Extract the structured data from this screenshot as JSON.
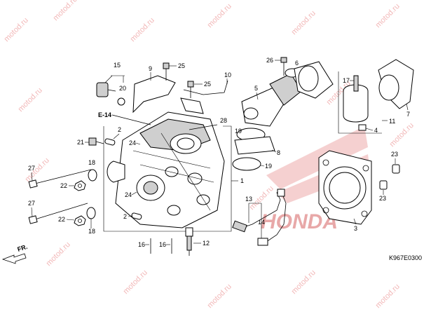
{
  "watermark": {
    "text": "motod.ru",
    "brand": "HONDA",
    "color": "#f2b8b8"
  },
  "diagram_code": "K967E0300",
  "ref_label": "E-14",
  "direction_label": "FR.",
  "callouts": {
    "c1": "1",
    "c2a": "2",
    "c2b": "2",
    "c3": "3",
    "c4": "4",
    "c5": "5",
    "c6": "6",
    "c7": "7",
    "c8": "8",
    "c9": "9",
    "c10": "10",
    "c11": "11",
    "c12": "12",
    "c13": "13",
    "c14": "14",
    "c15": "15",
    "c16a": "16",
    "c16b": "16",
    "c17": "17",
    "c18a": "18",
    "c18b": "18",
    "c19a": "19",
    "c19b": "19",
    "c20": "20",
    "c21": "21",
    "c22a": "22",
    "c22b": "22",
    "c23a": "23",
    "c23b": "23",
    "c24a": "24",
    "c24b": "24",
    "c25a": "25",
    "c25b": "25",
    "c26": "26",
    "c27a": "27",
    "c27b": "27",
    "c28": "28"
  }
}
